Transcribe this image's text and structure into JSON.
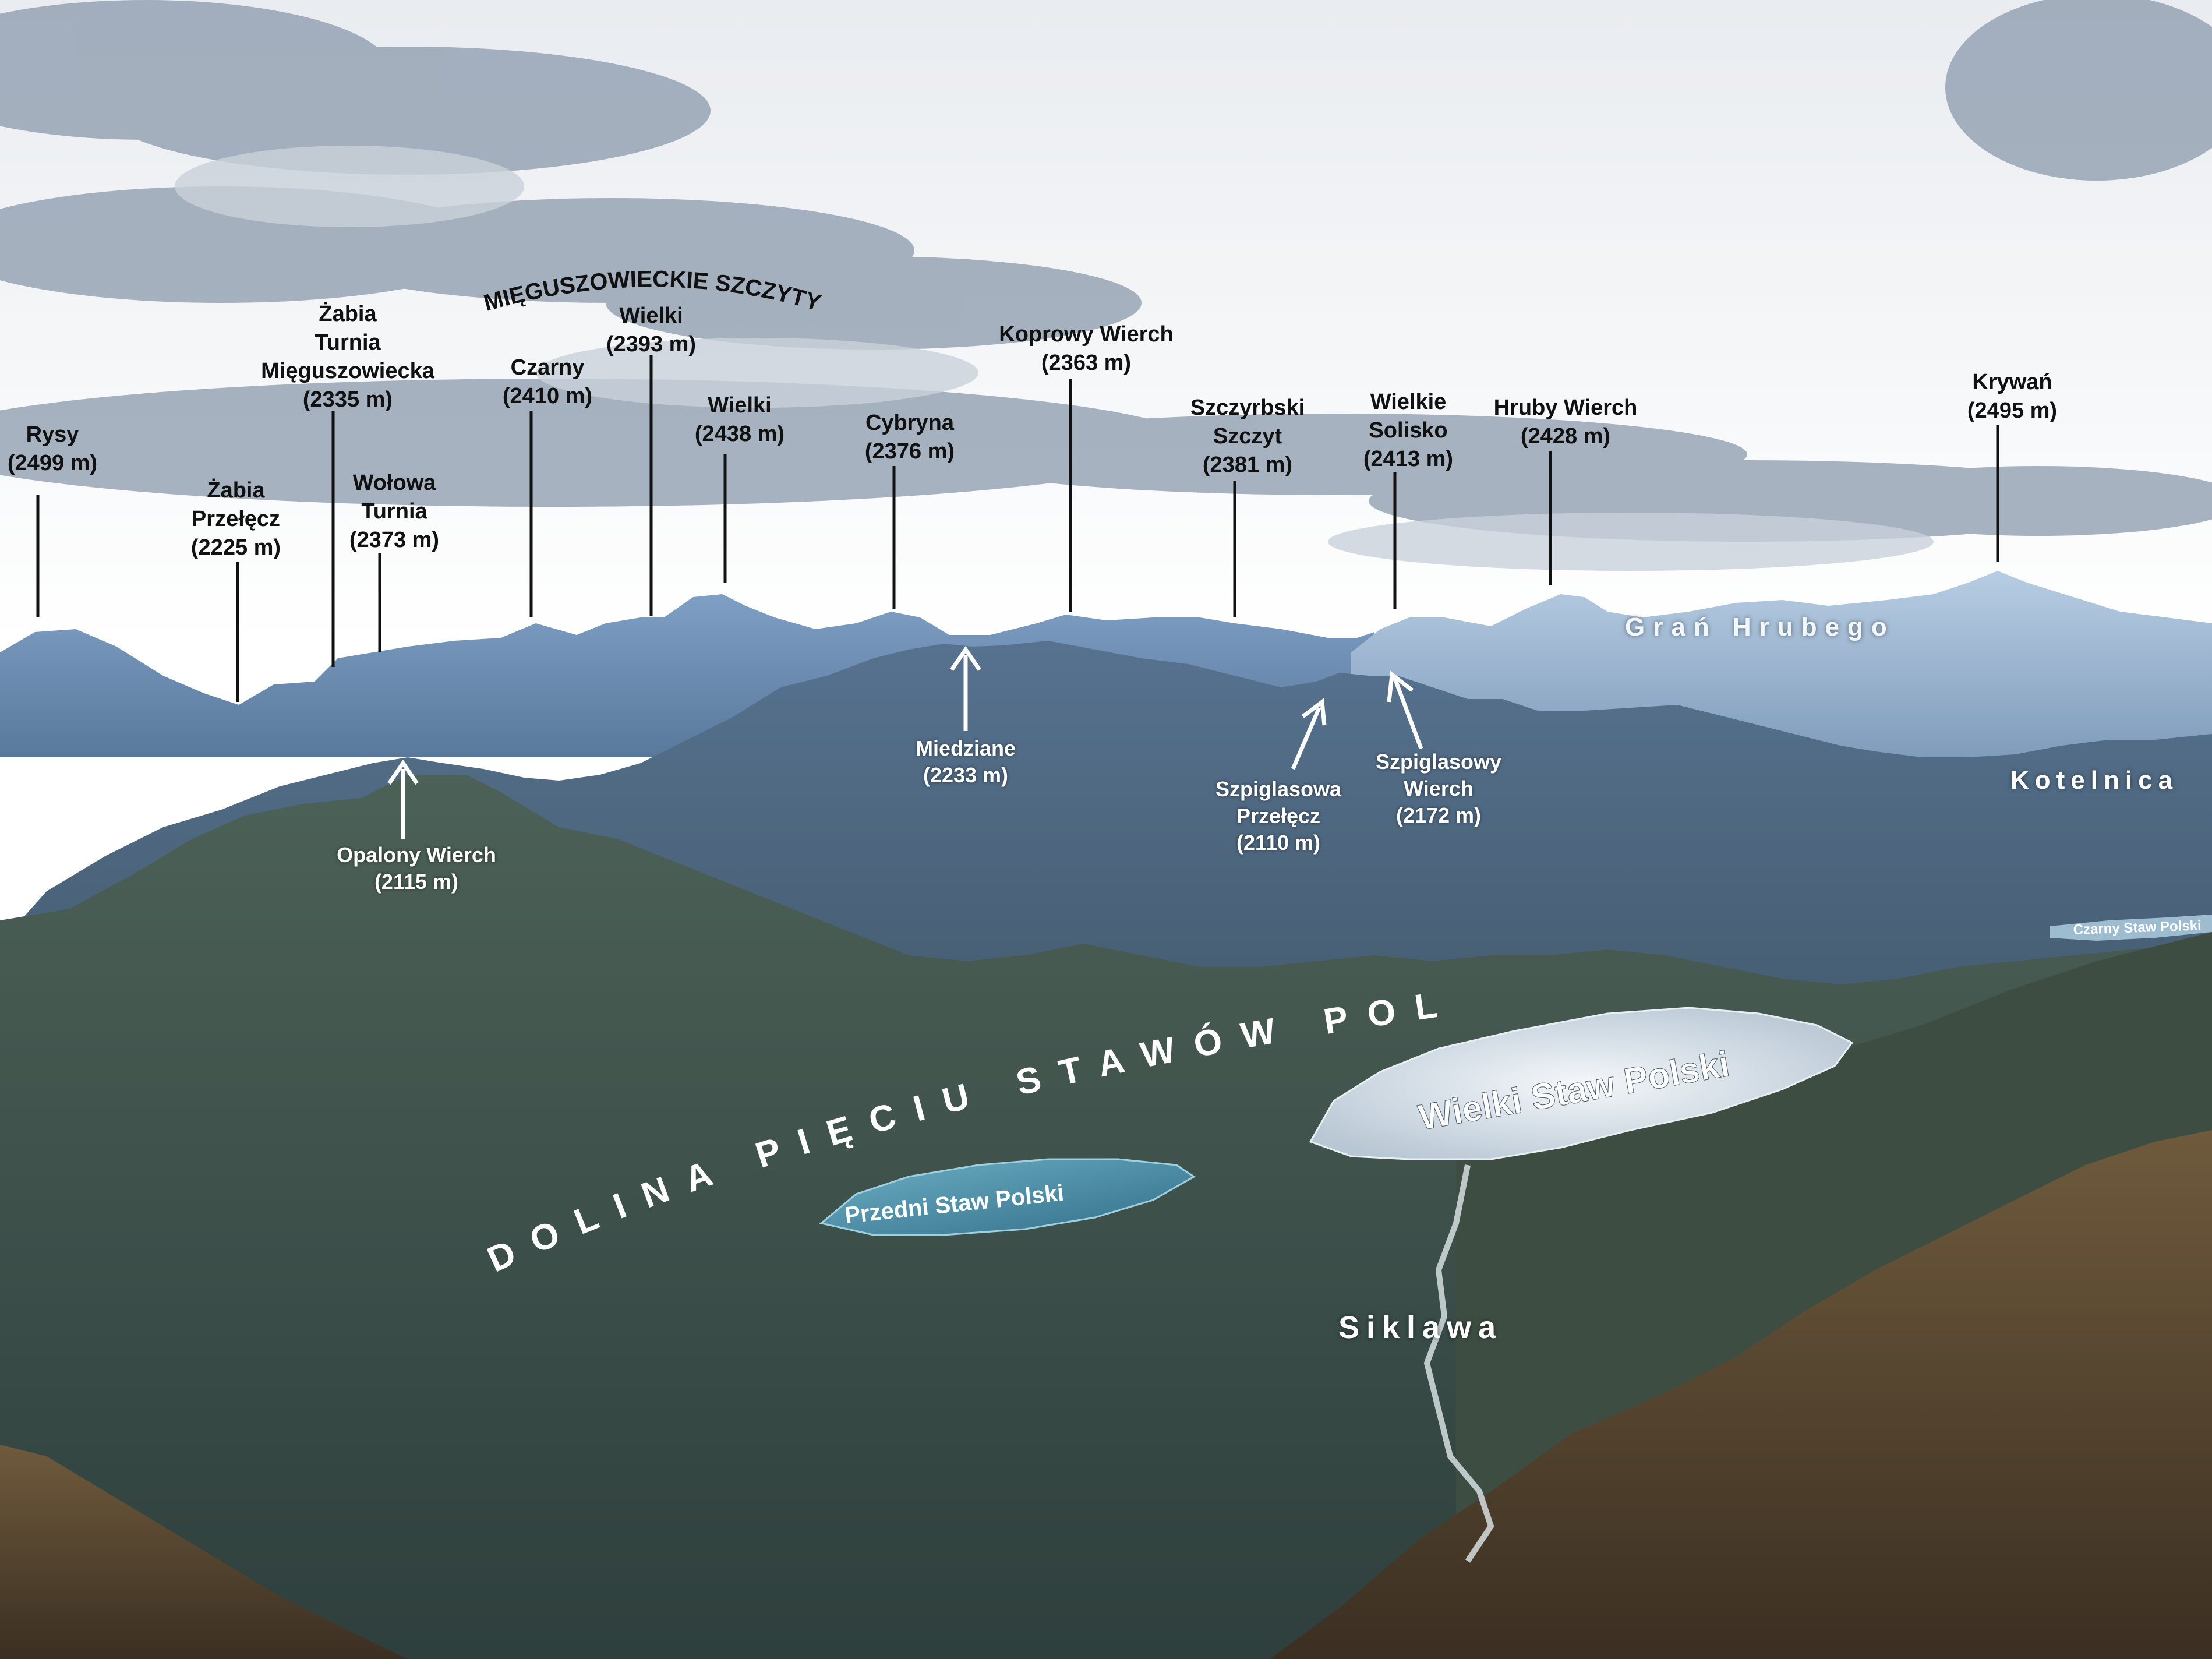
{
  "group": {
    "title": "MIĘGUSZOWIECKIE SZCZYTY"
  },
  "peaks": [
    {
      "id": "rysy",
      "lines": [
        "Rysy"
      ],
      "elevation": "(2499 m)"
    },
    {
      "id": "zabia-przelecz",
      "lines": [
        "Żabia",
        "Przełęcz"
      ],
      "elevation": "(2225 m)"
    },
    {
      "id": "zabia-turnia",
      "lines": [
        "Żabia",
        "Turnia",
        "Mięguszowiecka"
      ],
      "elevation": "(2335 m)"
    },
    {
      "id": "wolowa-turnia",
      "lines": [
        "Wołowa",
        "Turnia"
      ],
      "elevation": "(2373 m)"
    },
    {
      "id": "czarny",
      "lines": [
        "Czarny"
      ],
      "elevation": "(2410 m)"
    },
    {
      "id": "wielki-1",
      "lines": [
        "Wielki"
      ],
      "elevation": "(2393 m)"
    },
    {
      "id": "wielki-2",
      "lines": [
        "Wielki"
      ],
      "elevation": "(2438 m)"
    },
    {
      "id": "cybryna",
      "lines": [
        "Cybryna"
      ],
      "elevation": "(2376 m)"
    },
    {
      "id": "koprowy-wierch",
      "lines": [
        "Koprowy Wierch"
      ],
      "elevation": "(2363 m)"
    },
    {
      "id": "szczyrbski-szczyt",
      "lines": [
        "Szczyrbski",
        "Szczyt"
      ],
      "elevation": "(2381 m)"
    },
    {
      "id": "wielkie-solisko",
      "lines": [
        "Wielkie",
        "Solisko"
      ],
      "elevation": "(2413 m)"
    },
    {
      "id": "hruby-wierch",
      "lines": [
        "Hruby Wierch"
      ],
      "elevation": "(2428 m)"
    },
    {
      "id": "krywan",
      "lines": [
        "Krywań"
      ],
      "elevation": "(2495 m)"
    }
  ],
  "inner_peaks": [
    {
      "id": "opalony-wierch",
      "lines": [
        "Opalony Wierch"
      ],
      "elevation": "(2115 m)"
    },
    {
      "id": "miedziane",
      "lines": [
        "Miedziane"
      ],
      "elevation": "(2233 m)"
    },
    {
      "id": "szpiglasowa-przelecz",
      "lines": [
        "Szpiglasowa",
        "Przełęcz"
      ],
      "elevation": "(2110 m)"
    },
    {
      "id": "szpiglasowy-wierch",
      "lines": [
        "Szpiglasowy",
        "Wierch"
      ],
      "elevation": "(2172 m)"
    }
  ],
  "areas": {
    "gran_hrubego": "Grań Hrubego",
    "kotelnica": "Kotelnica",
    "valley": "DOLINA PIĘCIU STAWÓW POLSKICH",
    "siklawa": "Siklawa"
  },
  "lakes": {
    "wielki": "Wielki Staw Polski",
    "przedni": "Przedni Staw Polski",
    "czarny": "Czarny Staw Polski"
  },
  "colors": {
    "sky": "#f3f4f6",
    "cloud": "#7f8fa1",
    "far_ridge": "#6f8eb3",
    "mid_ridge": "#4f6e8e",
    "valley": "#3f5a56",
    "foreground": "#5a4a34",
    "lake_wielki": "#e6ecf1",
    "lake_przedni": "#4f8fa8"
  }
}
